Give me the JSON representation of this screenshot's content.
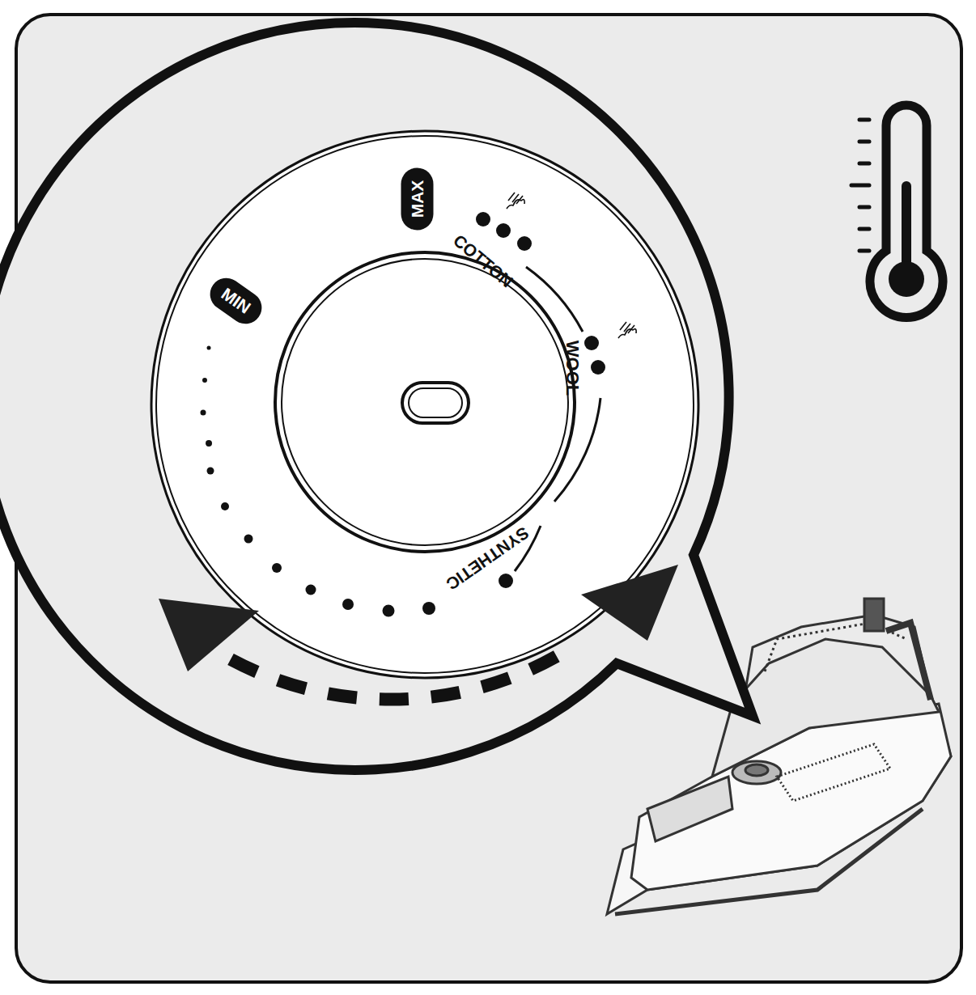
{
  "diagram": {
    "nodes": [
      {
        "text": [
          "MAX"
        ]
      },
      {
        "text": [
          "MIN"
        ]
      }
    ],
    "labels": [
      "COTTON",
      "WOOL",
      "SYNTHETIC"
    ]
  }
}
